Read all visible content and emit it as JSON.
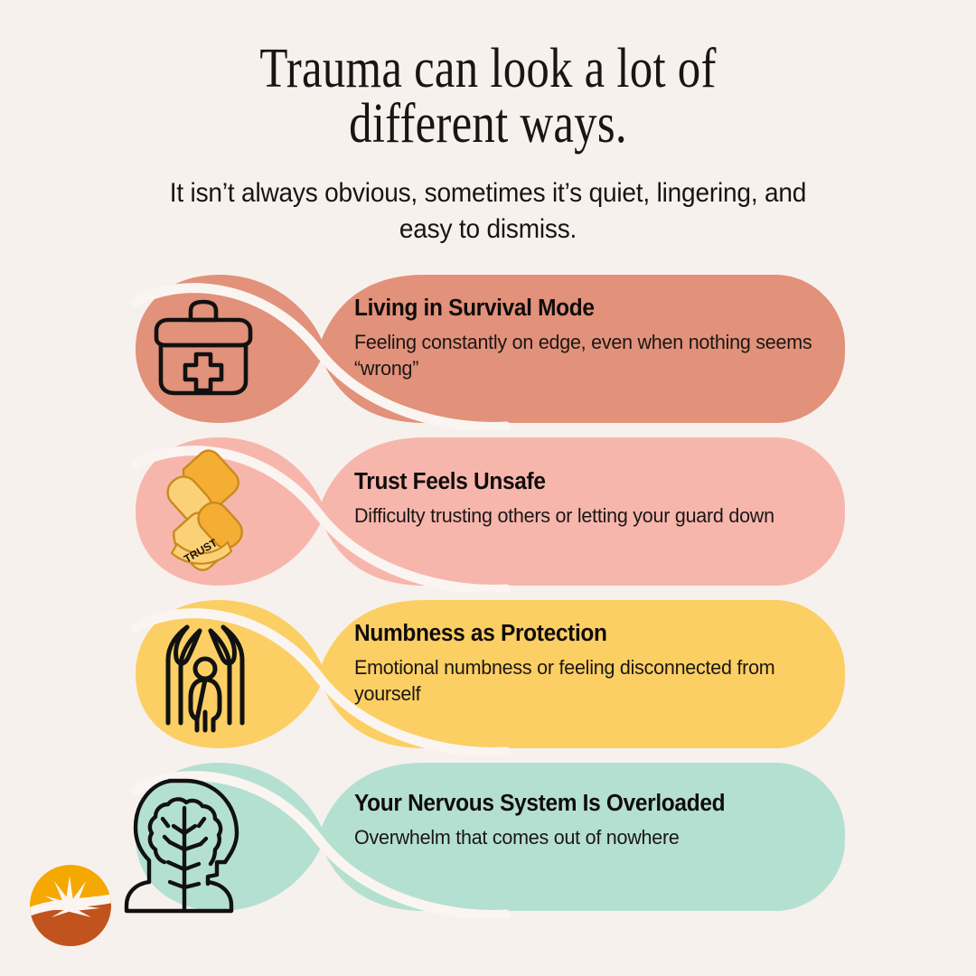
{
  "theme": {
    "background": "#F7F1EE",
    "text_dark": "#151010",
    "separator": "#FBF5F2"
  },
  "header": {
    "title_line1": "Trauma can look a lot of",
    "title_line2": "different ways.",
    "subtitle_line1": "It isn’t always obvious, sometimes it’s quiet, lingering, and",
    "subtitle_line2": "easy to dismiss."
  },
  "cards": [
    {
      "id": "living-in-survival-mode",
      "title": "Living in Survival Mode",
      "desc": "Feeling constantly on edge, even when nothing seems “wrong”",
      "color": "#E2917A",
      "icon": "first-aid-kit-icon"
    },
    {
      "id": "trust-feels-unsafe",
      "title": "Trust Feels Unsafe",
      "desc": "Difficulty trusting others or letting your guard down",
      "color": "#F7B6AC",
      "icon": "chain-link-trust-icon",
      "icon_label": "TRUST",
      "icon_colors": {
        "light": "#FBD178",
        "dark": "#F5AE34",
        "outline": "#C98A1E"
      }
    },
    {
      "id": "numbness-as-protection",
      "title": "Numbness as Protection",
      "desc": "Emotional numbness or feeling disconnected from yourself",
      "color": "#FBCF63",
      "icon": "protective-hands-icon"
    },
    {
      "id": "nervous-system-overloaded",
      "title": "Your Nervous System Is Overloaded",
      "desc": "Overwhelm that comes out of nowhere",
      "color": "#B4E0D2",
      "icon": "head-brain-nervous-system-icon"
    }
  ],
  "logo": {
    "name": "sunrise-logo",
    "sun_color": "#F5A800",
    "ground_color": "#C1531F",
    "band_color": "#FBF5F2"
  }
}
